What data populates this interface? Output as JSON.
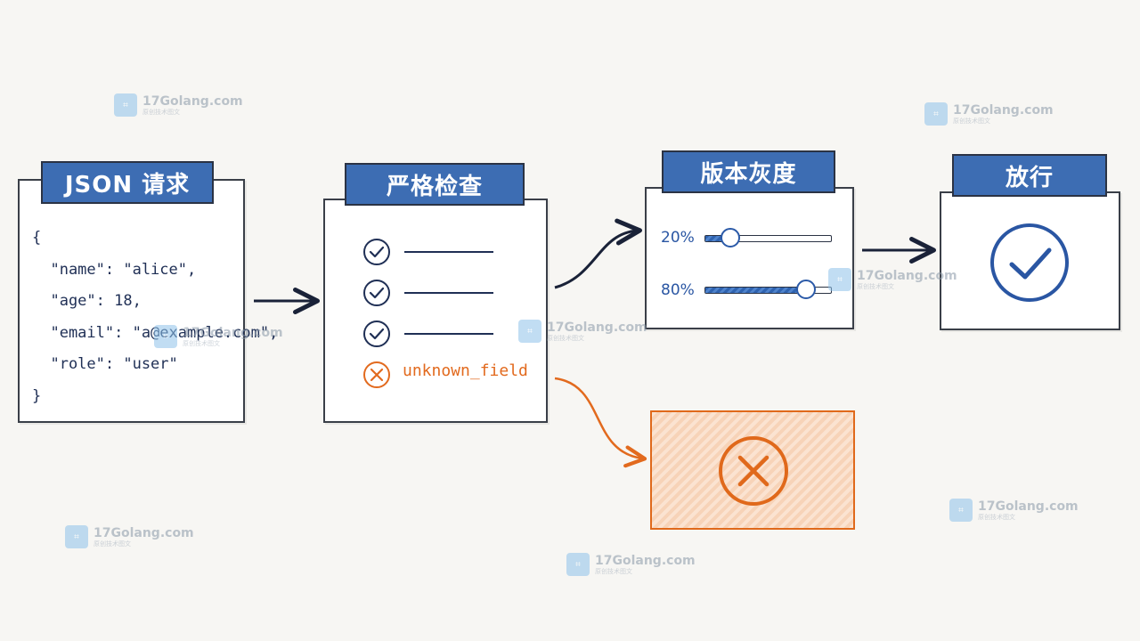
{
  "stages": {
    "request": {
      "title": "JSON 请求",
      "code_lines": [
        "{",
        "  \"name\": \"alice\",",
        "  \"age\": 18,",
        "  \"email\": \"a@example.com\",",
        "  \"role\": \"user\"",
        "}"
      ]
    },
    "strict_check": {
      "title": "严格检查",
      "checks": [
        {
          "status": "pass"
        },
        {
          "status": "pass"
        },
        {
          "status": "pass"
        }
      ],
      "failed_field": "unknown_field"
    },
    "canary": {
      "title": "版本灰度",
      "sliders": [
        {
          "label": "20%",
          "value": 20
        },
        {
          "label": "80%",
          "value": 80
        }
      ]
    },
    "release": {
      "title": "放行",
      "icon": "check-circle-icon"
    },
    "reject": {
      "icon": "x-circle-icon"
    }
  },
  "colors": {
    "accent_blue": "#3d6db3",
    "dark": "#1f2f55",
    "orange": "#e26a1e",
    "reject_fill": "#fbe3d1"
  },
  "watermark": {
    "text": "17Golang.com",
    "subtext": "原创技术图文"
  }
}
